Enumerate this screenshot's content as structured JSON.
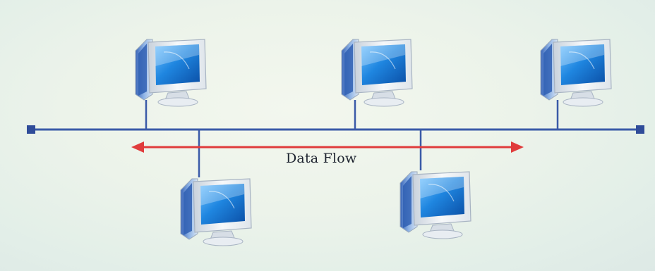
{
  "diagram": {
    "type": "bus-network-topology",
    "flow_label": "Data Flow",
    "colors": {
      "bus": "#3a5aa8",
      "arrow": "#e03c3c",
      "terminator": "#2f4c99",
      "screen": "#1e7fd6",
      "case": "#eef1f4"
    },
    "icons": {
      "node": "desktop-computer-icon",
      "terminator": "bus-terminator-icon"
    },
    "node_count": 5
  }
}
